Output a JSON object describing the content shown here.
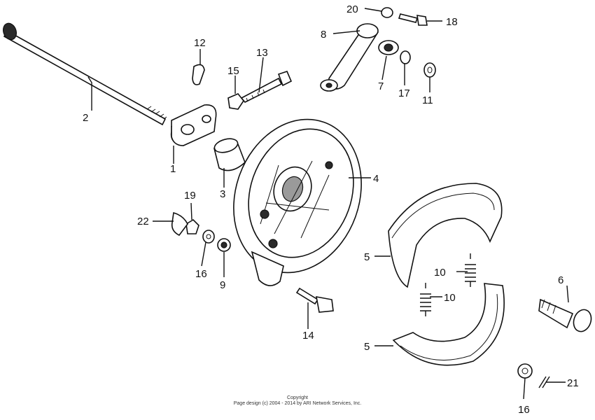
{
  "callouts": {
    "c1": "1",
    "c2": "2",
    "c3": "3",
    "c4": "4",
    "c5a": "5",
    "c5b": "5",
    "c6": "6",
    "c7": "7",
    "c8": "8",
    "c9": "9",
    "c10a": "10",
    "c10b": "10",
    "c11": "11",
    "c12": "12",
    "c13": "13",
    "c14": "14",
    "c15": "15",
    "c16a": "16",
    "c16b": "16",
    "c17": "17",
    "c18": "18",
    "c19": "19",
    "c20": "20",
    "c21": "21",
    "c22": "22"
  },
  "footer": {
    "line1": "Copyright",
    "line2": "Page design (c) 2004 - 2014 by ARI Network Services, Inc."
  }
}
